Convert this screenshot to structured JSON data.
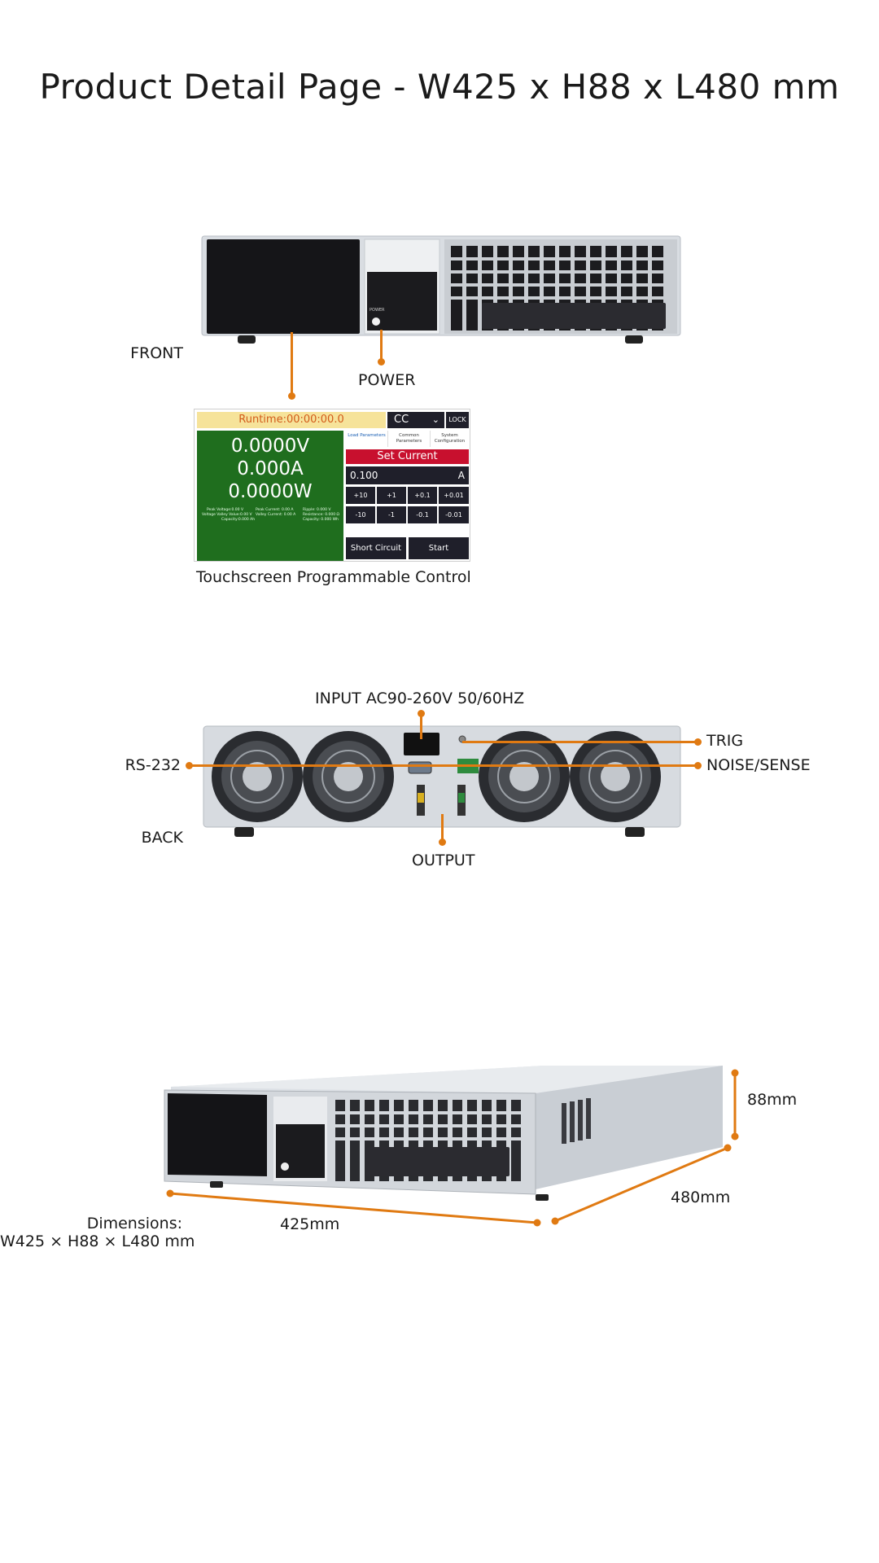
{
  "page": {
    "title": "Product Detail Page - W425 x H88 x L480 mm"
  },
  "front": {
    "label": "FRONT",
    "power_label": "POWER",
    "panel_power_text": "POWER",
    "caption": "Touchscreen Programmable Control"
  },
  "touchscreen": {
    "runtime": "Runtime:00:00:00.0",
    "mode": "CC",
    "lock": "LOCK",
    "voltage": "0.0000V",
    "current": "0.000A",
    "power": "0.0000W",
    "stats": [
      "Peak Voltage:0.00 V",
      "Voltage Valley Value:0.00 V",
      "Capacity:0.000 Ah",
      "Peak Current: 0.00 A",
      "Valley Current: 0.00 A",
      "Ripple: 0.000 V",
      "Resistance: 0.000 Ω",
      "Capacity: 0.000 Wh"
    ],
    "tabs": [
      "Load Parameters",
      "Common Parameters",
      "System Configuration"
    ],
    "set_current": "Set Current",
    "value": "0.100",
    "unit": "A",
    "keys_row1": [
      "+10",
      "+1",
      "+0.1",
      "+0.01"
    ],
    "keys_row2": [
      "-10",
      "-1",
      "-0.1",
      "-0.01"
    ],
    "short_circuit": "Short Circuit",
    "start": "Start"
  },
  "back": {
    "label": "BACK",
    "input_label": "INPUT AC90-260V 50/60HZ",
    "rs232_label": "RS-232",
    "trig_label": "TRIG",
    "noise_label": "NOISE/SENSE",
    "output_label": "OUTPUT"
  },
  "dimensions": {
    "caption_line1": "Dimensions:",
    "caption_line2": "W425 × H88 × L480 mm",
    "width": "425mm",
    "depth": "480mm",
    "height": "88mm"
  },
  "colors": {
    "accent": "#e07a12",
    "screen_green": "#1f6e1e",
    "screen_red": "#c8102e",
    "chassis": "#dfe2e6"
  }
}
